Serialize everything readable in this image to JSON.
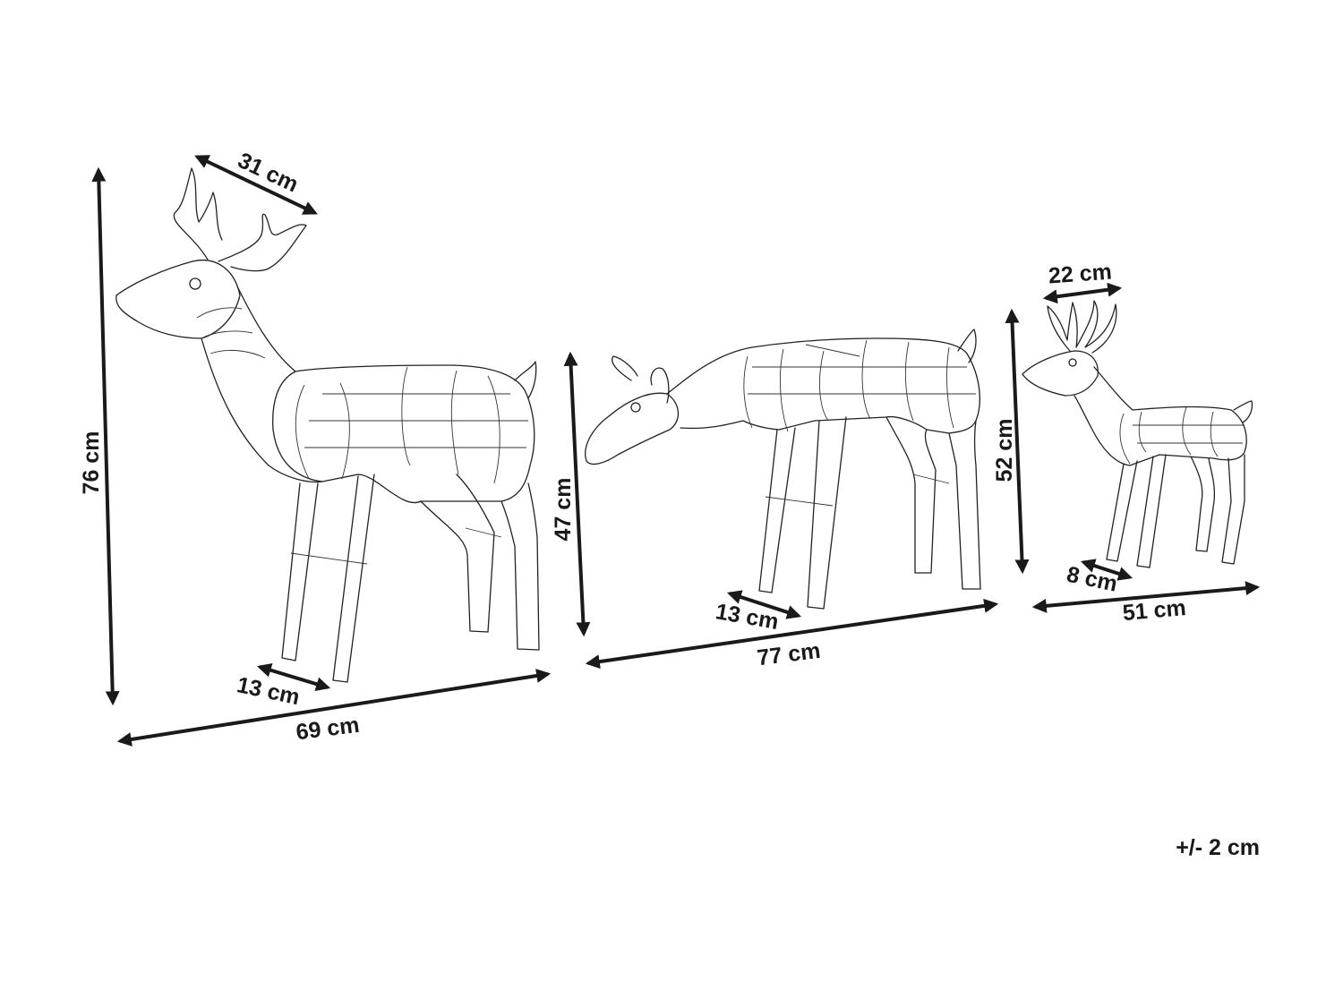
{
  "colors": {
    "line": "#222222",
    "dimension": "#1a1a1a",
    "background": "#ffffff"
  },
  "figures": {
    "large_reindeer": {
      "antler_width": "31 cm",
      "height": "76 cm",
      "leg_depth": "13 cm",
      "length": "69 cm"
    },
    "grazing_reindeer": {
      "height": "47 cm",
      "leg_depth": "13 cm",
      "length": "77 cm"
    },
    "small_reindeer": {
      "antler_width": "22 cm",
      "height": "52 cm",
      "leg_depth": "8 cm",
      "length": "51 cm"
    }
  },
  "tolerance": "+/- 2 cm"
}
